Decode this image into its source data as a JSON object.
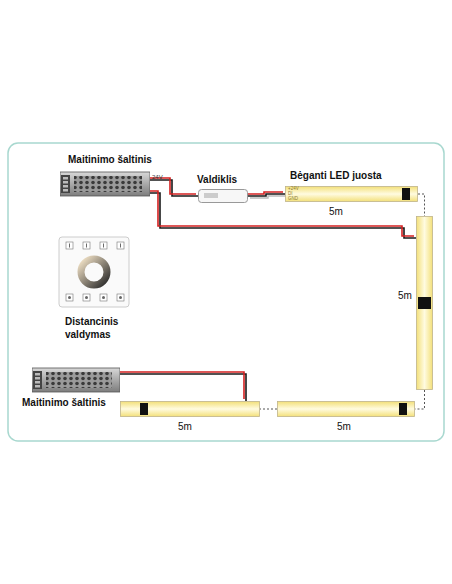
{
  "diagram": {
    "nodes": [
      {
        "text": [
          "Maitinimo šaltinis"
        ]
      },
      {
        "text": [
          "Valdiklis"
        ]
      },
      {
        "text": [
          "Bėganti LED juosta",
          "5m"
        ]
      },
      {
        "text": [
          "Distancinis valdymas"
        ]
      },
      {
        "text": [
          "5m"
        ]
      },
      {
        "text": [
          "Maitinimo šaltinis"
        ]
      },
      {
        "text": [
          "5m"
        ]
      },
      {
        "text": [
          "5m"
        ]
      }
    ],
    "edges": [
      {
        "from": 0,
        "to": 1,
        "arrow": "none"
      },
      {
        "from": 1,
        "to": 2,
        "arrow": "none"
      },
      {
        "from": 0,
        "to": 4,
        "arrow": "none"
      },
      {
        "from": 2,
        "to": 4,
        "arrow": "none"
      },
      {
        "from": 4,
        "to": 7,
        "arrow": "none"
      },
      {
        "from": 7,
        "to": 6,
        "arrow": "none"
      },
      {
        "from": 5,
        "to": 6,
        "arrow": "none"
      }
    ],
    "labels": [
      "24V",
      "+24V",
      "DI",
      "GND"
    ]
  }
}
